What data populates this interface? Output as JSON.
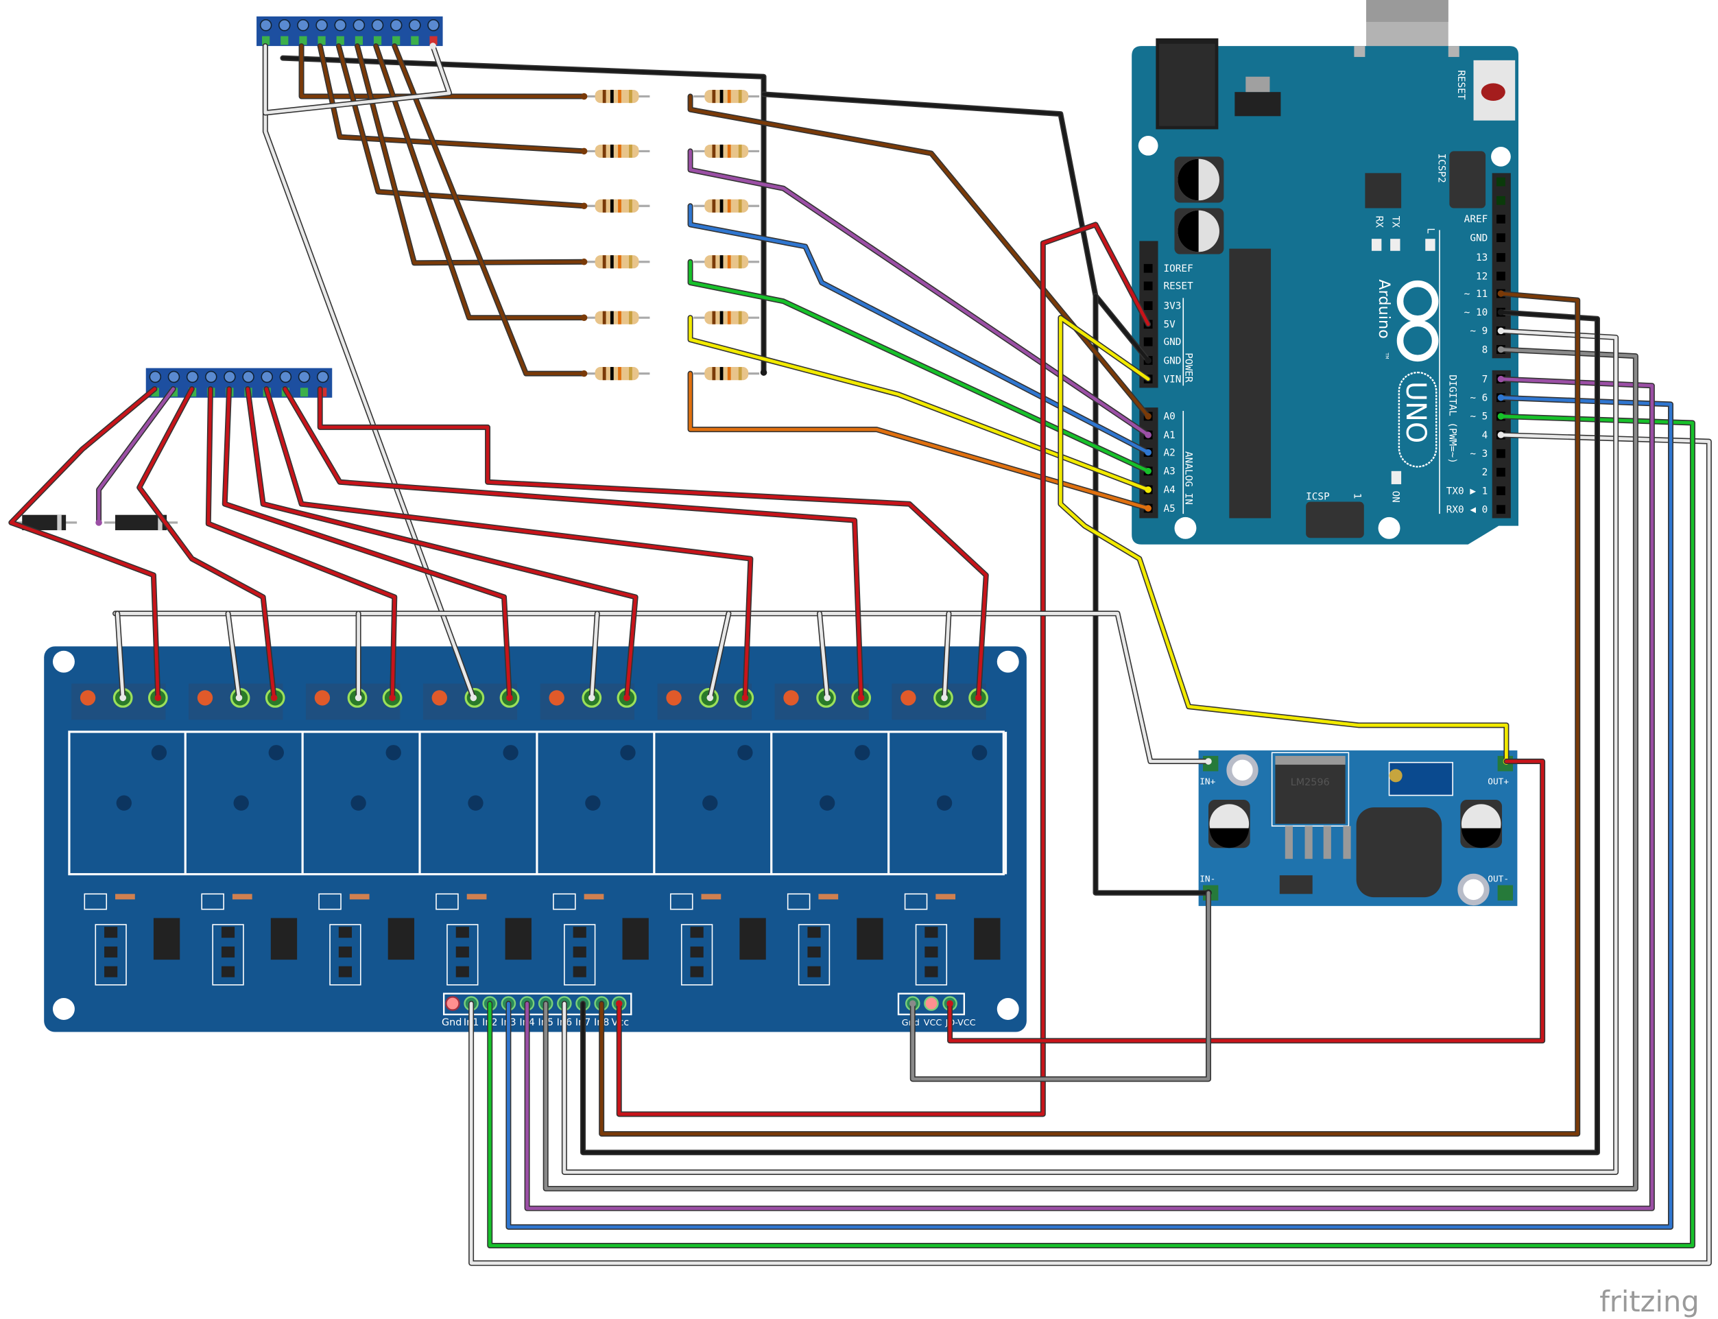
{
  "arduino": {
    "brand": "Arduino",
    "trademark": "TM",
    "model": "UNO",
    "reset_label": "RESET",
    "icsp2_label": "ICSP2",
    "icsp_label": "ICSP",
    "icsp_pin1": "1",
    "rx_label": "RX",
    "tx_label": "TX",
    "l_label": "L",
    "on_label": "ON",
    "power_group": "POWER",
    "analog_group": "ANALOG IN",
    "digital_group": "DIGITAL (PWM=~)",
    "left_pins": [
      "IOREF",
      "RESET",
      "3V3",
      "5V",
      "GND",
      "GND",
      "VIN",
      "A0",
      "A1",
      "A2",
      "A3",
      "A4",
      "A5"
    ],
    "right_pins": [
      "AREF",
      "GND",
      "13",
      "12",
      "~ 11",
      "~ 10",
      "~ 9",
      "8",
      "7",
      "~ 6",
      "~ 5",
      "4",
      "~ 3",
      "2",
      "TX0 ▶ 1",
      "RX0 ◀ 0"
    ],
    "board_color": "#147191"
  },
  "relay_module": {
    "channels": 8,
    "input_header": [
      "Gnd",
      "In1",
      "In2",
      "In3",
      "In4",
      "In5",
      "In6",
      "In7",
      "In8",
      "Vcc"
    ],
    "power_header": [
      "Gnd",
      "VCC",
      "JD-VCC"
    ],
    "board_color": "#14558f"
  },
  "buck_converter": {
    "chip": "LM2596",
    "in_plus": "IN+",
    "in_minus": "IN-",
    "out_plus": "OUT+",
    "out_minus": "OUT-",
    "board_color": "#1f73ad"
  },
  "terminal_blocks": {
    "top_positions": 10,
    "left_positions": 10
  },
  "resistors": {
    "count": 12
  },
  "diodes": {
    "count": 2
  },
  "wire_colors": {
    "red": "#c8141a",
    "black": "#1a1a1a",
    "brown": "#7a3a08",
    "purple": "#9b4fa5",
    "blue": "#2f76d0",
    "green": "#17c12a",
    "yellow": "#f2ea00",
    "orange": "#e0700f",
    "white": "#e8e8e8",
    "gray": "#8a8a8a"
  },
  "watermark": "fritzing"
}
